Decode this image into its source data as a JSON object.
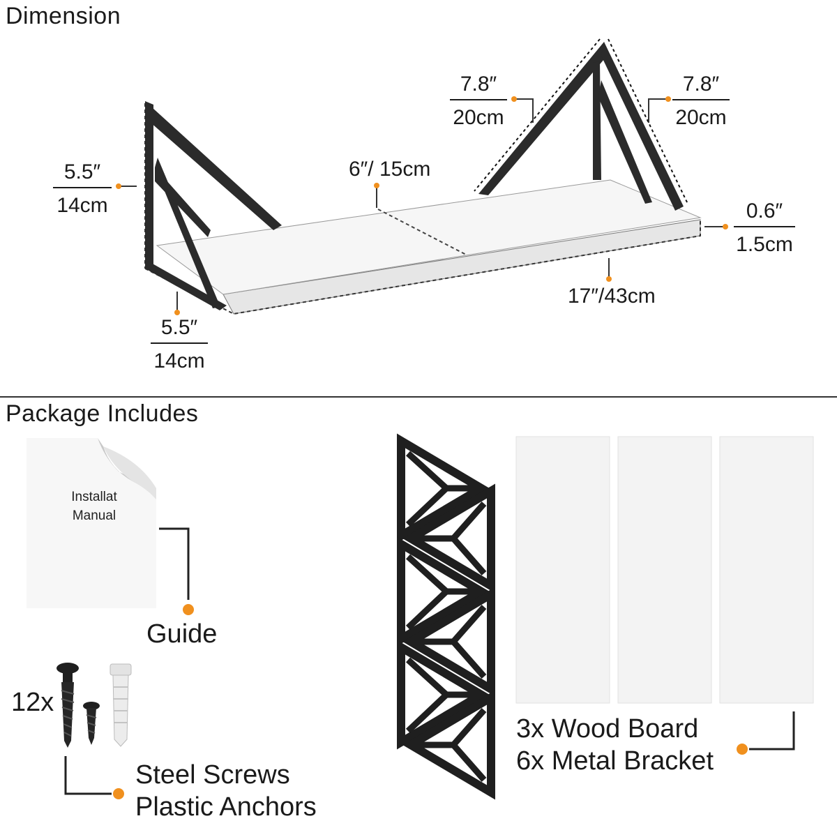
{
  "sections": {
    "dimension_title": "Dimension",
    "package_title": "Package Includes"
  },
  "dimensions": {
    "bracket_height_left": {
      "top": "5.5″",
      "bottom": "14cm"
    },
    "bracket_depth_left": {
      "top": "5.5″",
      "bottom": "14cm"
    },
    "board_depth": "6″/ 15cm",
    "bracket_side_left": {
      "top": "7.8″",
      "bottom": "20cm"
    },
    "bracket_side_right": {
      "top": "7.8″",
      "bottom": "20cm"
    },
    "board_thickness": {
      "top": "0.6″",
      "bottom": "1.5cm"
    },
    "board_length": "17″/43cm"
  },
  "package": {
    "manual": {
      "line1": "Installat",
      "line2": "Manual",
      "label": "Guide"
    },
    "hardware": {
      "count": "12x",
      "line1": "Steel Screws",
      "line2": "Plastic Anchors"
    },
    "boards": {
      "line1": "3x Wood Board",
      "line2": "6x Metal Bracket",
      "board_count": 3,
      "bracket_count": 6
    }
  },
  "colors": {
    "accent_dot": "#f0901e",
    "metal": "#222222",
    "wood": "#f4f4f4",
    "text": "#1a1a1a"
  }
}
